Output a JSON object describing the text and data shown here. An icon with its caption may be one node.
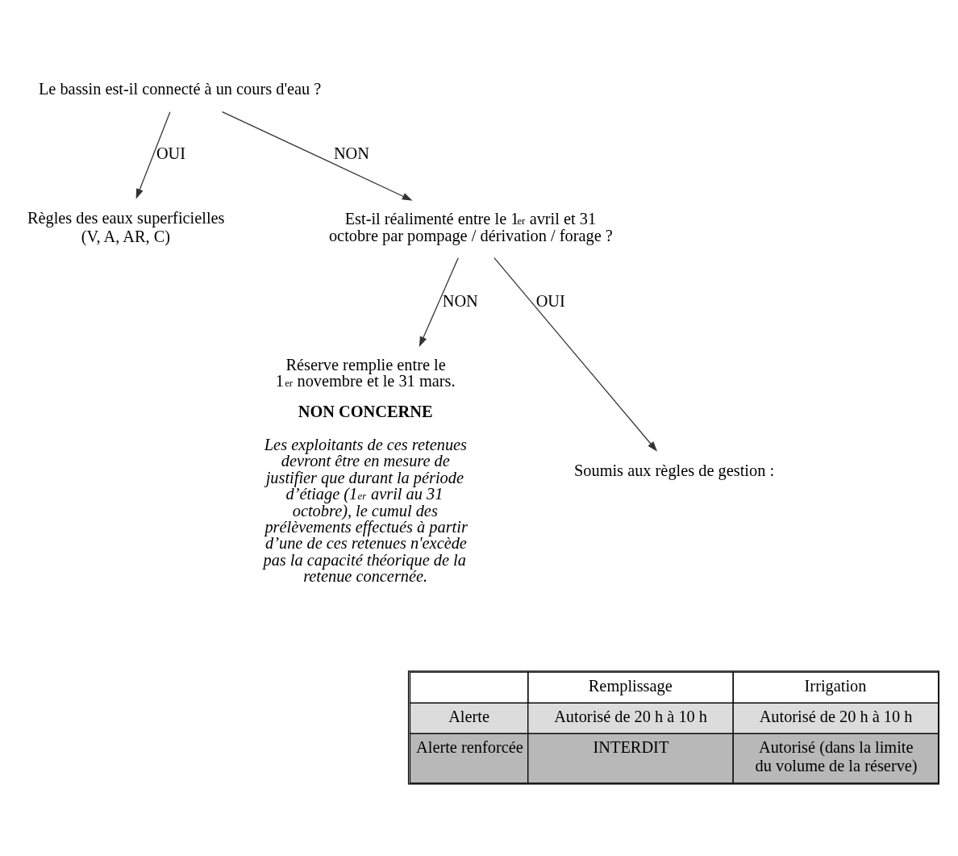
{
  "diagram": {
    "nodes": [
      {
        "text": [
          "Le bassin est-il connecté à un cours d'eau ?"
        ]
      },
      {
        "text": [
          "Règles des eaux superficielles (V, A, AR, C)"
        ]
      },
      {
        "text": [
          "Est-il réalimenté entre le 1$^{er}$ avril et 31 octobre par pompage / dérivation / forage ?"
        ]
      },
      {
        "text": [
          "Réserve remplie entre le 1$^{er}$ novembre et le 31 mars.",
          "NON CONCERNE",
          "Les exploitants de ces retenues devront être en mesure de justifier que durant la période d’étiage (1$^{er}$ avril au 31 octobre), le cumul des prélèvements effectués à partir d’une de ces retenues n'excède pas la capacité théorique de la retenue concernée."
        ]
      },
      {
        "text": [
          "Soumis aux règles de gestion :"
        ]
      }
    ],
    "edges": [
      {
        "from": 0,
        "to": 1,
        "arrow": "to",
        "label": "OUI"
      },
      {
        "from": 0,
        "to": 2,
        "arrow": "to",
        "label": "NON"
      },
      {
        "from": 2,
        "to": 3,
        "arrow": "to",
        "label": "NON"
      },
      {
        "from": 2,
        "to": 4,
        "arrow": "to",
        "label": "OUI"
      }
    ],
    "labels": [
      "Remplissage",
      "Irrigation",
      "Alerte",
      "Autorisé de 20 h à 10 h",
      "Autorisé de 20 h à 10 h",
      "Alerte renforcée",
      "INTERDIT",
      "Autorisé (dans la limite du volume de la réserve)"
    ]
  }
}
